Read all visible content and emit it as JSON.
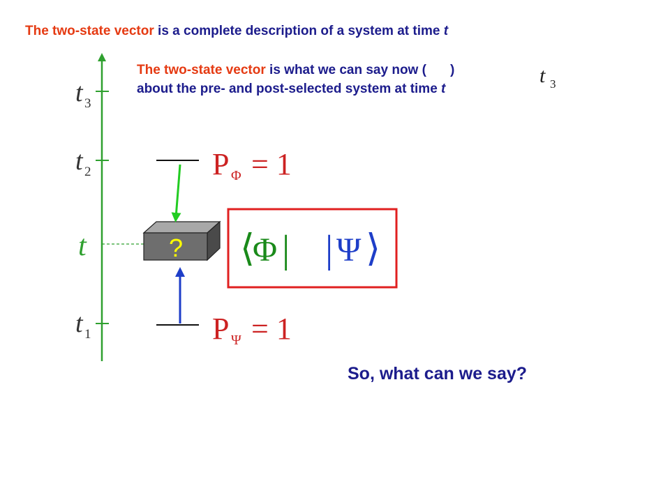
{
  "headline": {
    "highlight": "The two-state vector",
    "rest": " is a complete description of a system at time ",
    "var": "t"
  },
  "subtitle": {
    "highlight": "The two-state vector",
    "line1_rest": " is what we can say now (",
    "line1_close": ")",
    "line2_rest": "about the pre- and post-selected system at time ",
    "var": "t",
    "now_var": "t",
    "now_sub": "3"
  },
  "timeline": {
    "ticks": [
      {
        "var": "t",
        "sub": "3"
      },
      {
        "var": "t",
        "sub": "2"
      },
      {
        "var": "t",
        "sub": ""
      },
      {
        "var": "t",
        "sub": "1"
      }
    ]
  },
  "box": {
    "label": "?"
  },
  "post_selection": {
    "P": "P",
    "subscript": "Φ",
    "equals": "= 1"
  },
  "pre_selection": {
    "P": "P",
    "subscript": "Ψ",
    "equals": "= 1"
  },
  "two_state_vector": {
    "bra_open": "⟨",
    "bra_symbol": "Φ",
    "bra_close": "|",
    "ket_open": "|",
    "ket_symbol": "Ψ",
    "ket_close": "⟩"
  },
  "question": "So, what can we say?",
  "colors": {
    "timeline_arrow": "#2fa02f",
    "post_arrow": "#22cc22",
    "pre_arrow": "#1e3ec8",
    "frame": "#e02020",
    "headline_red": "#e53a12",
    "navy": "#1c1c8c",
    "box_face": "#6e6e6e"
  }
}
